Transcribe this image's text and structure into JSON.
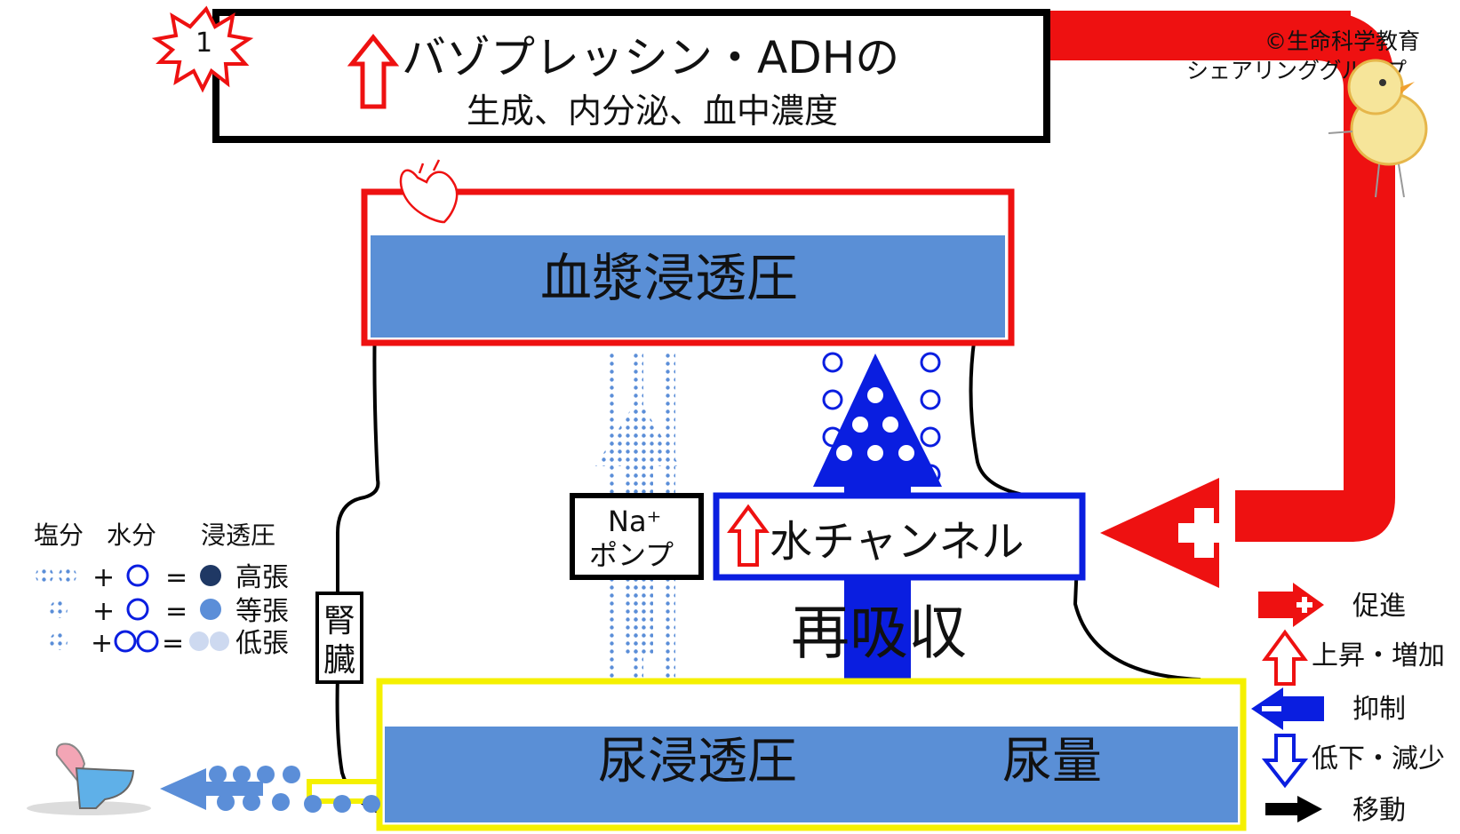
{
  "step_badge": "1",
  "header": {
    "title": "バゾプレッシン・ADHの",
    "subtitle": "生成、内分泌、血中濃度"
  },
  "copyright": {
    "line1": "©生命科学教育",
    "line2": "シェアリンググループ"
  },
  "plasma_label": "血漿浸透圧",
  "na_pump": {
    "line1": "Na⁺",
    "line2": "ポンプ"
  },
  "water_channel": "水チャンネル",
  "reabsorption": "再吸収",
  "kidney": {
    "char1": "腎",
    "char2": "臓"
  },
  "urine_osmotic": "尿浸透圧",
  "urine_volume": "尿量",
  "osmo_legend": {
    "headers": [
      "塩分",
      "水分",
      "浸透圧"
    ],
    "rows": [
      {
        "plus": "+",
        "eq": "=",
        "label": "高張"
      },
      {
        "plus": "+",
        "eq": "=",
        "label": "等張"
      },
      {
        "plus": "+",
        "eq": "=",
        "label": "低張"
      }
    ]
  },
  "symbol_legend": [
    {
      "icon": "promote-arrow-icon",
      "label": "促進"
    },
    {
      "icon": "increase-arrow-icon",
      "label": "上昇・増加"
    },
    {
      "icon": "inhibit-arrow-icon",
      "label": "抑制"
    },
    {
      "icon": "decrease-arrow-icon",
      "label": "低下・減少"
    },
    {
      "icon": "move-arrow-icon",
      "label": "移動"
    }
  ],
  "colors": {
    "red": "#ee1111",
    "blue": "#0a1ee0",
    "plasma_blue": "#5a8fd6",
    "yellow": "#f5f000",
    "dark_navy": "#1f3864",
    "light_blue": "#5b8ed8"
  }
}
